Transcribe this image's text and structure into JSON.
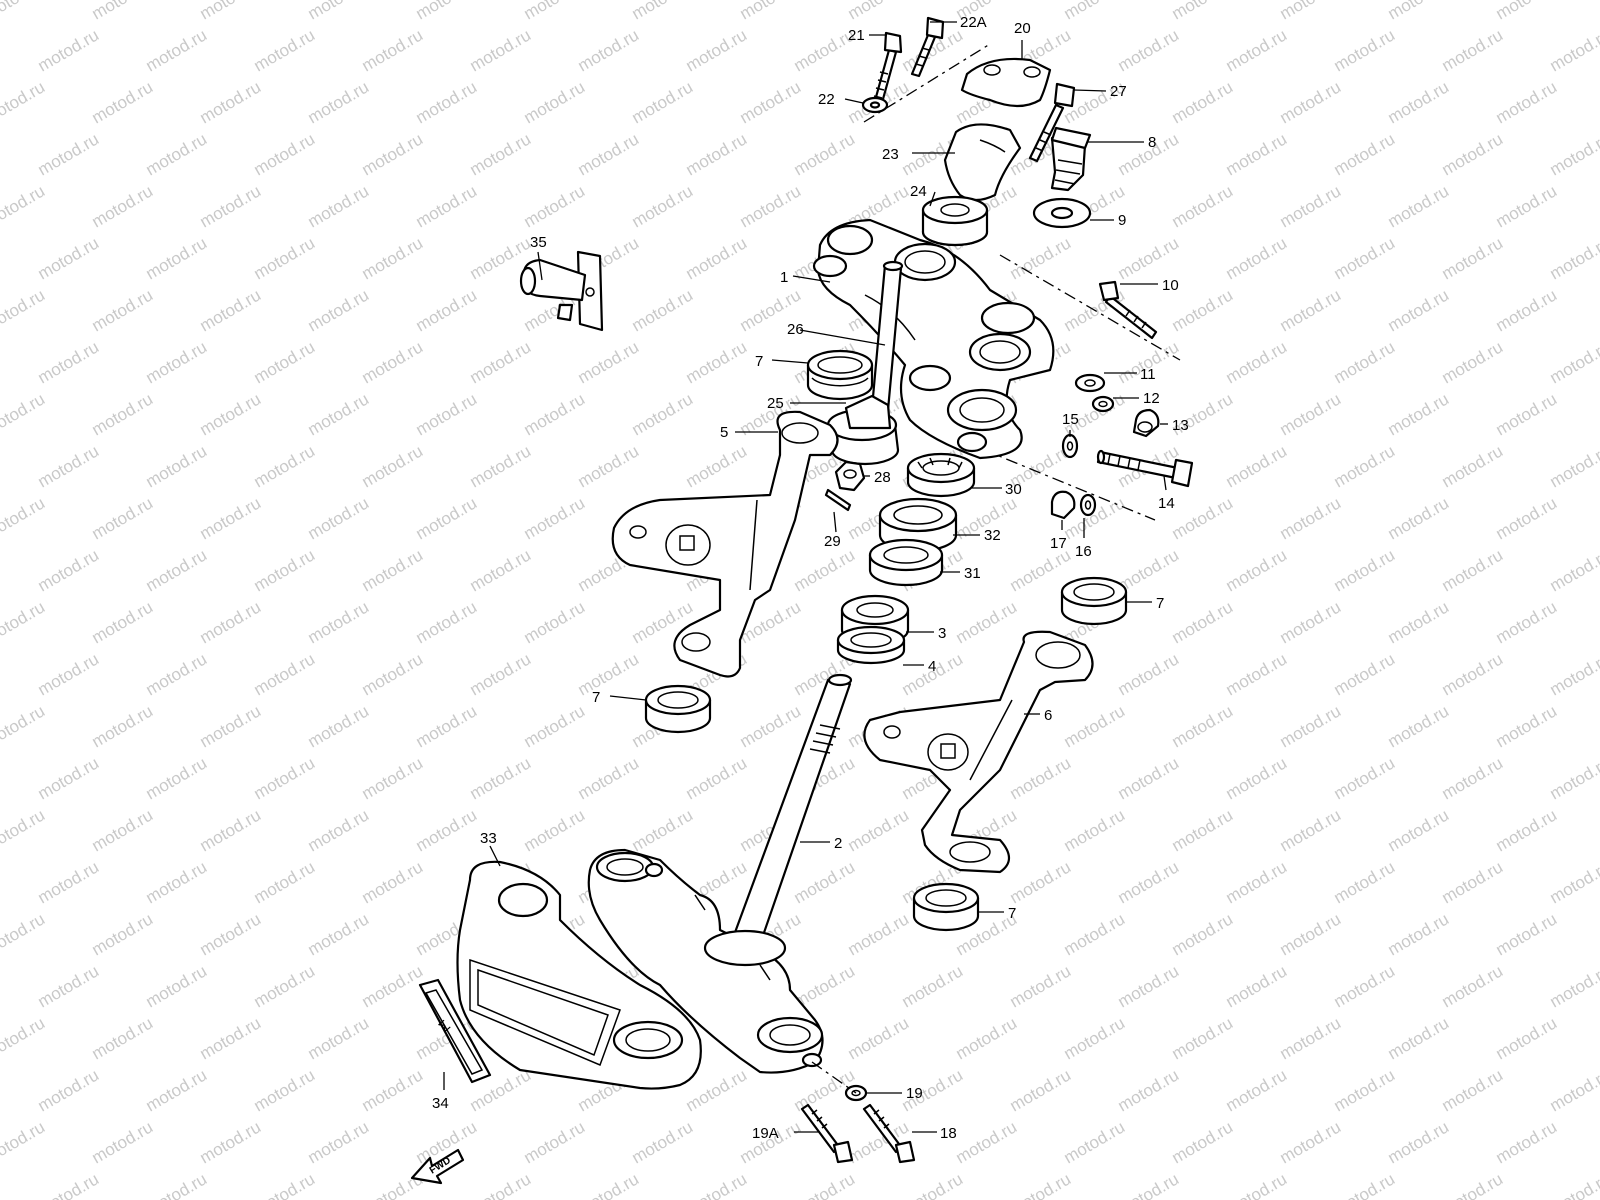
{
  "watermark": "motod.ru",
  "forward_badge": "FWD",
  "callouts": {
    "c1": "1",
    "c2": "2",
    "c3": "3",
    "c4": "4",
    "c5": "5",
    "c6": "6",
    "c7a": "7",
    "c7b": "7",
    "c7c": "7",
    "c7d": "7",
    "c8": "8",
    "c9": "9",
    "c10": "10",
    "c11": "11",
    "c12": "12",
    "c13": "13",
    "c14": "14",
    "c15": "15",
    "c16": "16",
    "c17": "17",
    "c18": "18",
    "c19": "19",
    "c19a": "19A",
    "c20": "20",
    "c21": "21",
    "c22": "22",
    "c22a": "22A",
    "c23": "23",
    "c24": "24",
    "c25": "25",
    "c26": "26",
    "c27": "27",
    "c28": "28",
    "c29": "29",
    "c30": "30",
    "c31": "31",
    "c32": "32",
    "c33": "33",
    "c34": "34",
    "c35": "35"
  }
}
